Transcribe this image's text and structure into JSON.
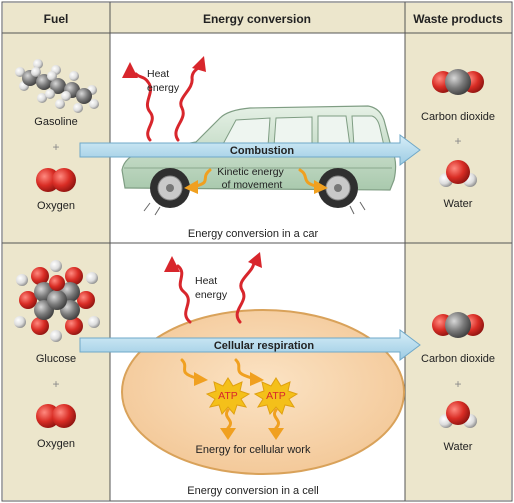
{
  "headers": {
    "fuel": "Fuel",
    "energy_conversion": "Energy conversion",
    "waste_products": "Waste products"
  },
  "car_row": {
    "fuel_1": "Gasoline",
    "plus_fuel": "+",
    "fuel_2": "Oxygen",
    "heat_label_line1": "Heat",
    "heat_label_line2": "energy",
    "process": "Combustion",
    "kinetic_line1": "Kinetic energy",
    "kinetic_line2": "of movement",
    "caption": "Energy conversion in a car",
    "waste_1": "Carbon dioxide",
    "plus_waste": "+",
    "waste_2": "Water"
  },
  "cell_row": {
    "fuel_1": "Glucose",
    "plus_fuel": "+",
    "fuel_2": "Oxygen",
    "heat_label_line1": "Heat",
    "heat_label_line2": "energy",
    "process": "Cellular respiration",
    "atp_1": "ATP",
    "atp_2": "ATP",
    "work_label": "Energy for cellular work",
    "caption": "Energy conversion in a cell",
    "waste_1": "Carbon dioxide",
    "plus_waste": "+",
    "waste_2": "Water"
  },
  "colors": {
    "side_panel": "#ece6cc",
    "header_bg": "#ece6cc",
    "border": "#555555",
    "arrow_fill": "#b9dced",
    "arrow_stroke": "#6fa8c8",
    "heat_red": "#d8262c",
    "oxygen_red": "#d92d25",
    "carbon_gray": "#7a7a7a",
    "car_body": "#cfe3cf",
    "cell_fill": "#f8d8b0",
    "cell_border": "#d9a25a",
    "atp_yellow": "#f4c01a",
    "kinetic_orange": "#f0a020"
  }
}
